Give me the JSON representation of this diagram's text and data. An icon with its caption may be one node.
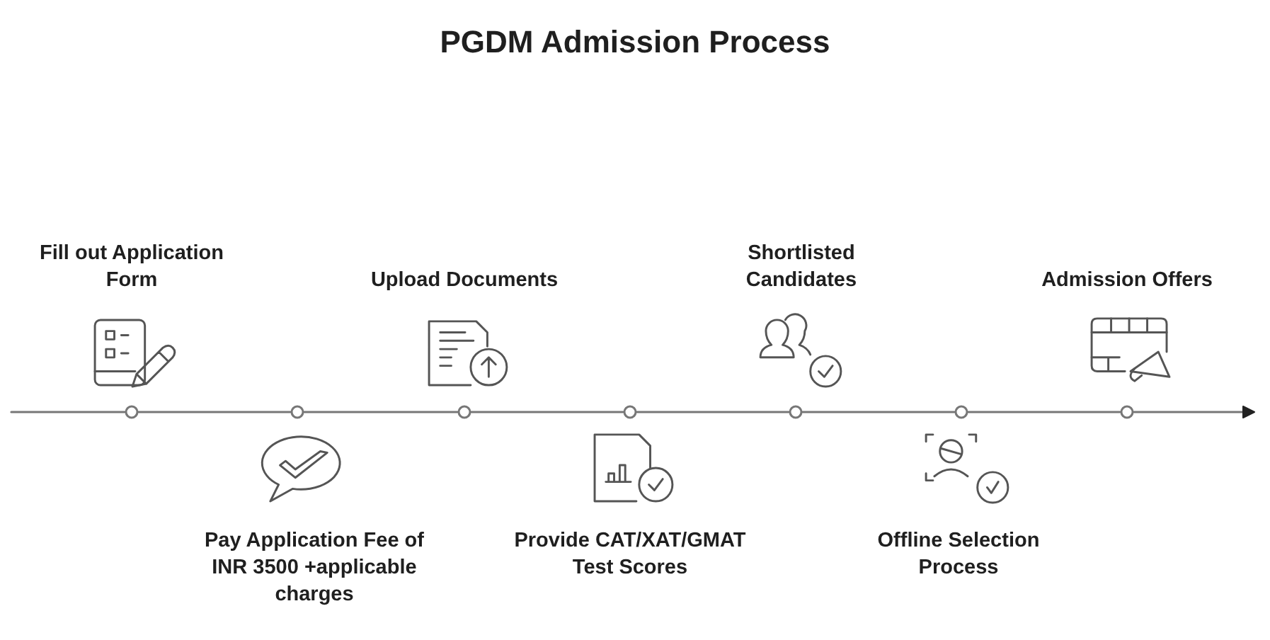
{
  "diagram": {
    "title": "PGDM Admission Process",
    "labels": [
      "Fill out Application Form",
      "Pay Application Fee of INR 3500 +applicable charges",
      "Upload Documents",
      "Provide CAT/XAT/GMAT Test Scores",
      "Shortlisted Candidates",
      "Offline Selection Process",
      "Admission Offers"
    ]
  }
}
